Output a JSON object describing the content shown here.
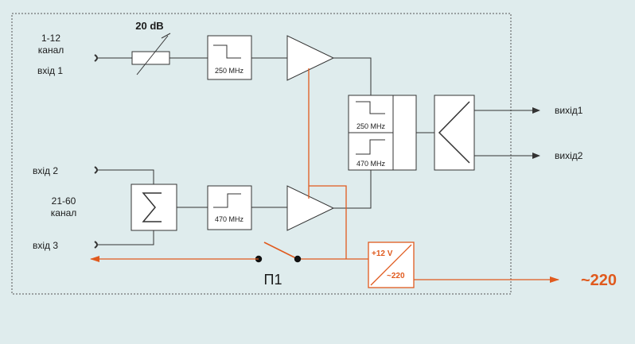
{
  "attenuator": {
    "value": "20 dB"
  },
  "inputs": {
    "channel_top_line1": "1-12",
    "channel_top_line2": "канал",
    "input1": "вхід 1",
    "input2": "вхід 2",
    "channel_bottom_line1": "21-60",
    "channel_bottom_line2": "канал",
    "input3": "вхід 3"
  },
  "filters": {
    "lowpass_top": "250 MHz",
    "highpass_bottom": "470 MHz",
    "diplexer_low": "250 MHz",
    "diplexer_high": "470 MHz"
  },
  "outputs": {
    "out1": "вихід1",
    "out2": "вихід2"
  },
  "power": {
    "dc": "+12 V",
    "ac": "~220",
    "mains": "~220",
    "switch_label": "П1"
  },
  "colors": {
    "background": "#dfeced",
    "power_line": "#e05a1e",
    "line": "#333333",
    "block_fill": "#ffffff"
  }
}
